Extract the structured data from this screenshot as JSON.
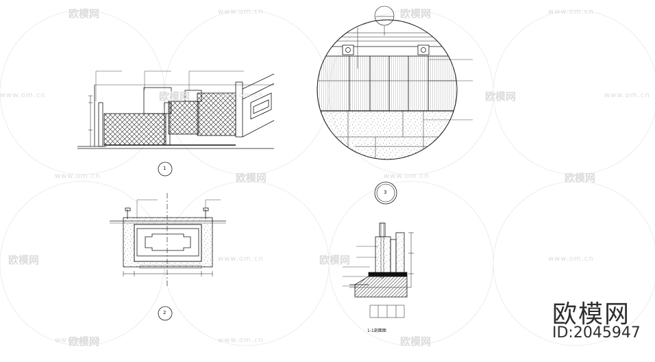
{
  "watermark": {
    "site": "www.om.cn",
    "brand": "欧模网"
  },
  "stamp": {
    "brand": "欧模网",
    "id": "ID:2045947"
  },
  "details": {
    "detail_1": "1",
    "detail_2": "2",
    "detail_3": "3",
    "section_title": "1-1剖面图"
  }
}
